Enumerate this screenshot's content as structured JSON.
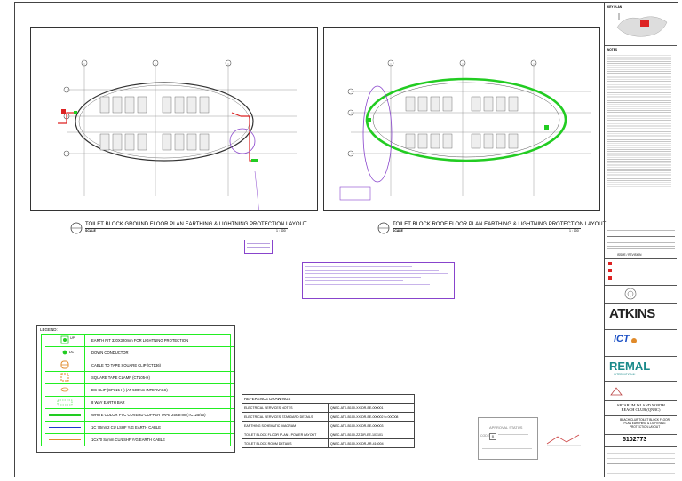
{
  "key_plan": {
    "label": "KEY PLAN"
  },
  "plans": [
    {
      "title": "TOILET BLOCK GROUND FLOOR PLAN EARTHING & LIGHTNING PROTECTION  LAYOUT",
      "scale_label": "SCALE",
      "scale_value": "1 : 100"
    },
    {
      "title": "TOILET BLOCK ROOF FLOOR PLAN EARTHING & LIGHTNING PROTECTION  LAYOUT",
      "scale_label": "SCALE",
      "scale_value": "1 : 100"
    }
  ],
  "legend": {
    "title": "LEGEND:",
    "items": [
      {
        "symbol": "UP",
        "label": "EARTH PIT 320X320mm FOR LIGHTNING PROTECTION"
      },
      {
        "symbol": "DC",
        "label": "DOWN CONDUCTOR"
      },
      {
        "symbol": "",
        "label": "CABLE TO TAPE SQUARE CLIP (CT136)"
      },
      {
        "symbol": "",
        "label": "SQUARE TAPE CLAMP (CT105-H)"
      },
      {
        "symbol": "",
        "label": "DC CLIP (CP315-H) (AT 500mm INTERVALS)"
      },
      {
        "symbol": "",
        "label": "8 WAY EARTH BAR"
      },
      {
        "symbol": "",
        "label": "WHITE COLOR PVC COVERD COPPER TAPE 25x3mm (TC125/50)"
      },
      {
        "symbol": "",
        "label": "1C 70mm2 CU LSHF Y/G EARTH CABLE"
      },
      {
        "symbol": "",
        "label": "1Cx70 Sqmm CU/LSHF Y/G EARTH CABLE"
      }
    ]
  },
  "reference_drawings": {
    "title": "REFERENCE DRAWINGS",
    "rows": [
      [
        "ELECTRICAL SERVICES NOTES",
        "QNBC-ATK-B100-XX-DR-EE-000001"
      ],
      [
        "ELECTRICAL SERVICES STANDARD DETAILS",
        "QNBC-ATK-B100-XX-DR-EE-000002 to 000008"
      ],
      [
        "EARTHING SCHEMATIC DIAGRAM",
        "QNBC-ATK-B100-XX-DR-EE-000003"
      ],
      [
        "TOILET BLOCK FLOOR PLAN - POWER LAYOUT",
        "QNBC-ATK-B100-ZZ-DR-EE-103101"
      ],
      [
        "TOILET BLOCK ROOM DETAILS",
        "QNBC-ATK-B100-XX-DR-AR-416004"
      ]
    ]
  },
  "stamp": {
    "status_label": "APPROVAL STATUS",
    "code_label": "CODE",
    "code_value": "B"
  },
  "title_block": {
    "section_notes": "NOTES",
    "issue_label": "ISSUE / REVISION",
    "logos": [
      "ATKINS",
      "ICT",
      "REMAL"
    ],
    "remal_sub": "INTERNATIONAL",
    "project_line1": "ARTARUM ISLAND NORTH",
    "project_line2": "BEACH CLUB (QNBC)",
    "drawing_title": "BEACH CLUB TOILET BLOCK FLOOR PLAN EARTHING & LIGHTNING PROTECTION LAYOUT",
    "drawing_number": "5102773"
  },
  "colors": {
    "green": "#22cc22",
    "purple": "#8844cc",
    "red": "#dd2222",
    "orange": "#e08a2a",
    "blue": "#2233cc"
  }
}
